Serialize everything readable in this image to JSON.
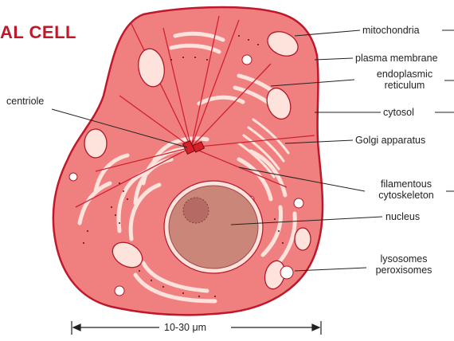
{
  "title": "AL  CELL",
  "labels": {
    "mitochondria": "mitochondria",
    "plasma_membrane": "plasma membrane",
    "endoplasmic_reticulum": [
      "endoplasmic",
      "reticulum"
    ],
    "cytosol": "cytosol",
    "golgi": "Golgi apparatus",
    "cytoskeleton": [
      "filamentous",
      "cytoskeleton"
    ],
    "nucleus": "nucleus",
    "lysosomes": "lysosomes",
    "peroxisomes": "peroxisomes",
    "centriole": "centriole"
  },
  "scale_label": "10-30 μm",
  "colors": {
    "cytoplasm": "#f08080",
    "outline": "#c0182a",
    "nucleus": "#c98679",
    "title": "#c0182a"
  }
}
